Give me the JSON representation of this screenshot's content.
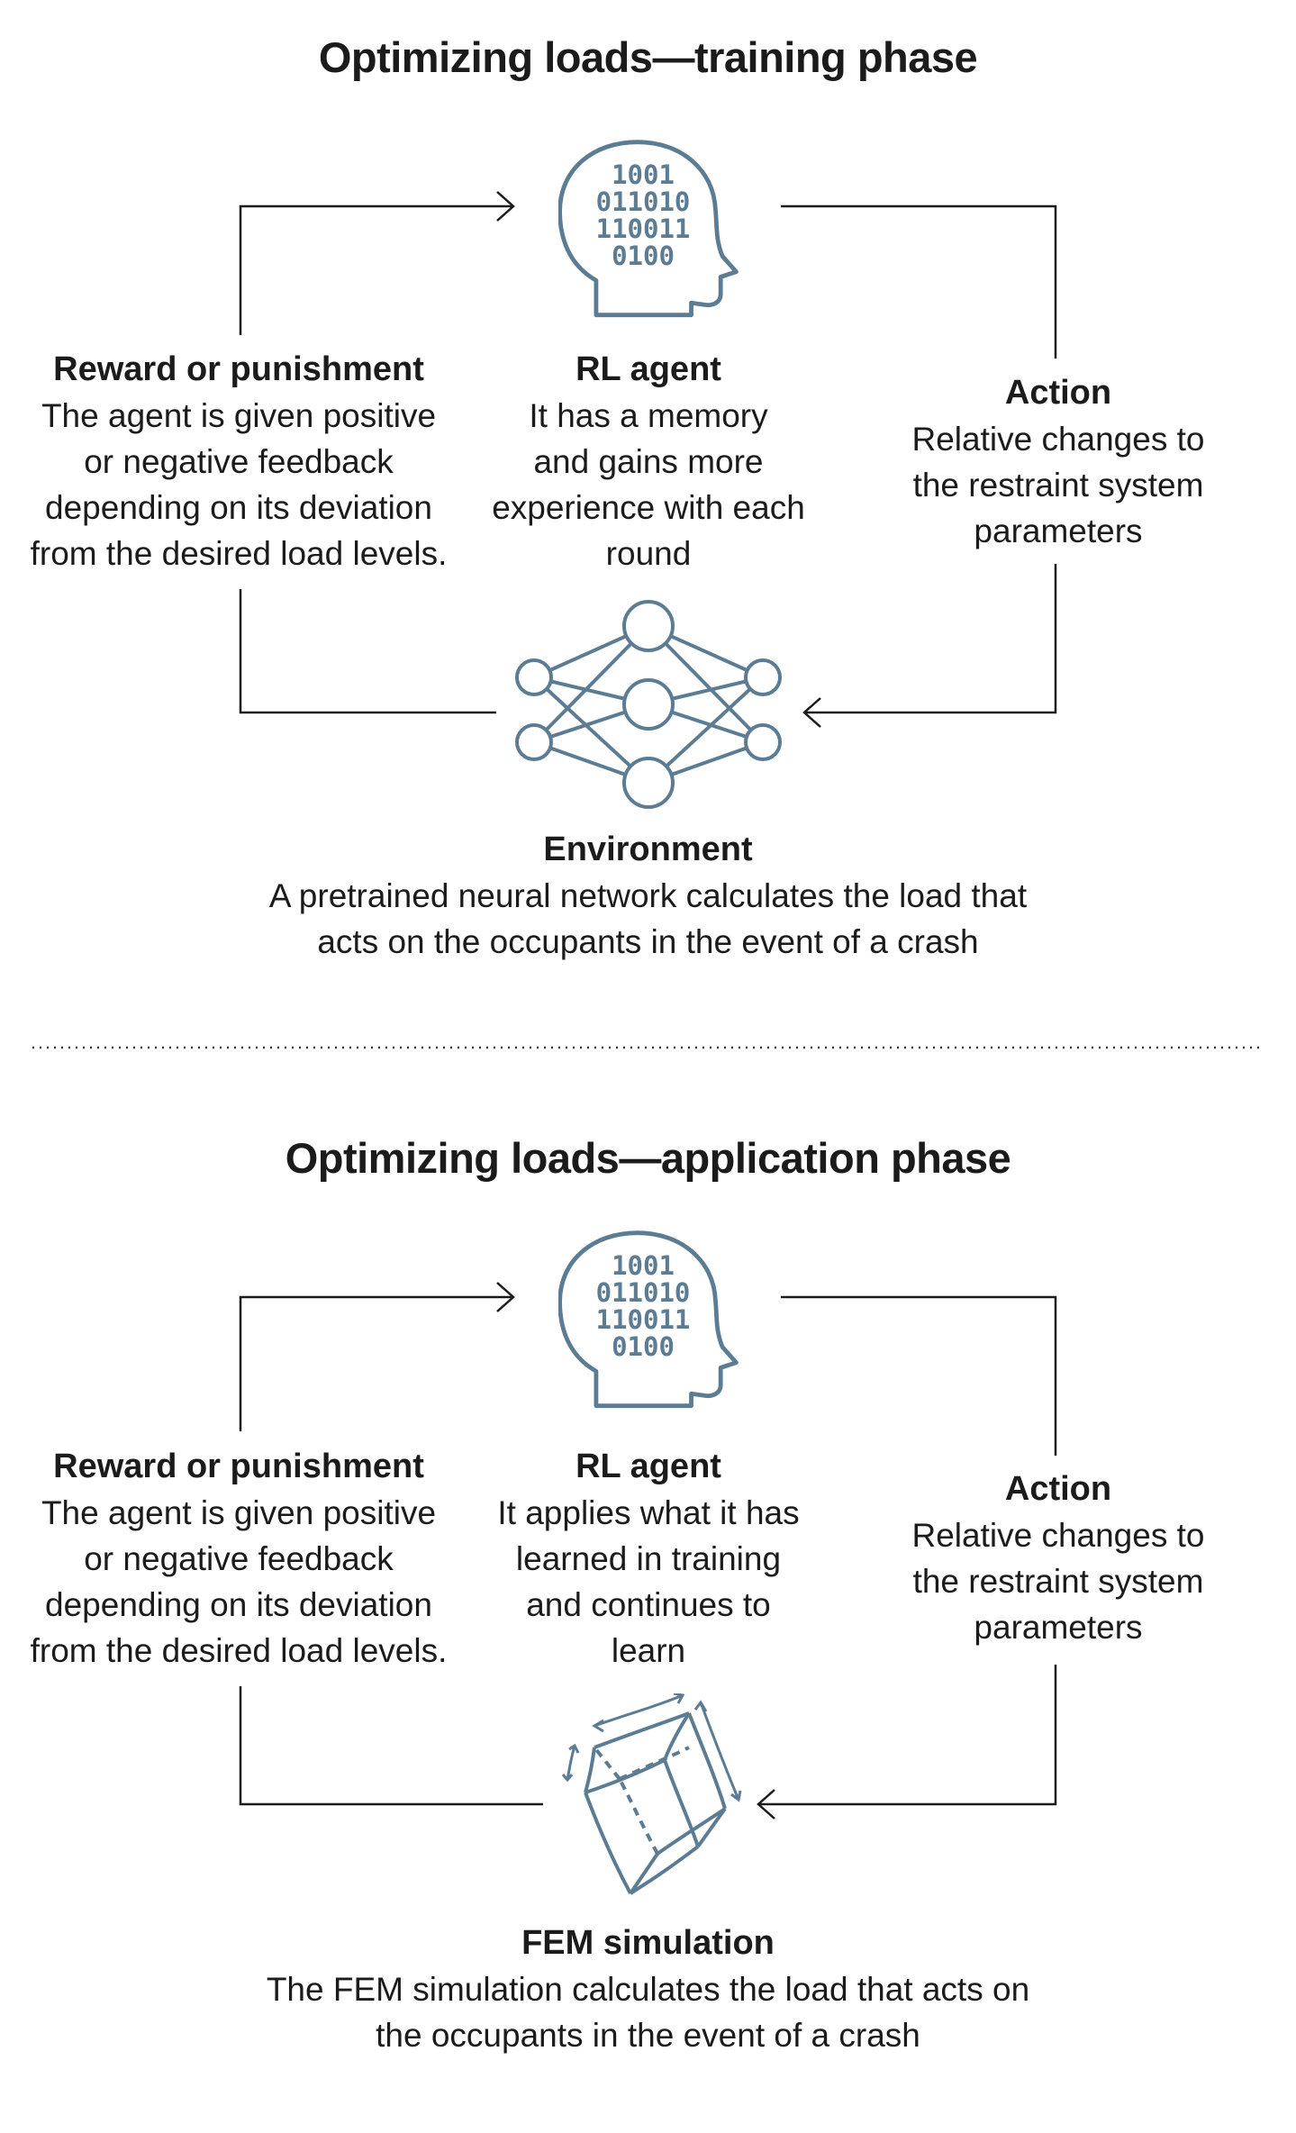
{
  "colors": {
    "icon": "#5c7c94",
    "text": "#1b1b1b",
    "line": "#1b1b1b"
  },
  "training": {
    "title": "Optimizing loads—training phase",
    "agent_bits": [
      "1001",
      "011010",
      "110011",
      "0100"
    ],
    "reward": {
      "title": "Reward or punishment",
      "lines": [
        "The agent is given positive",
        "or negative feedback",
        "depending on its deviation",
        "from the desired load levels."
      ]
    },
    "agent": {
      "title": "RL agent",
      "lines": [
        "It has a memory",
        "and gains more",
        "experience with each",
        "round"
      ]
    },
    "action": {
      "title": "Action",
      "lines": [
        "Relative changes to",
        "the restraint system",
        "parameters"
      ]
    },
    "environment": {
      "title": "Environment",
      "lines": [
        "A pretrained neural network calculates the load that",
        "acts on the occupants in the event of a crash"
      ]
    }
  },
  "application": {
    "title": "Optimizing loads—application phase",
    "agent_bits": [
      "1001",
      "011010",
      "110011",
      "0100"
    ],
    "reward": {
      "title": "Reward or punishment",
      "lines": [
        "The agent is given positive",
        "or negative feedback",
        "depending on its deviation",
        "from the desired load levels."
      ]
    },
    "agent": {
      "title": "RL agent",
      "lines": [
        "It applies what it has",
        "learned in training",
        "and continues to",
        "learn"
      ]
    },
    "action": {
      "title": "Action",
      "lines": [
        "Relative changes to",
        "the restraint system",
        "parameters"
      ]
    },
    "fem": {
      "title": "FEM simulation",
      "lines": [
        "The FEM simulation calculates the load that acts on",
        "the occupants in the event of a crash"
      ]
    }
  },
  "icons": {
    "agent_head": "head-with-binary-icon",
    "network": "neural-network-icon",
    "fem": "deformed-cube-icon"
  }
}
